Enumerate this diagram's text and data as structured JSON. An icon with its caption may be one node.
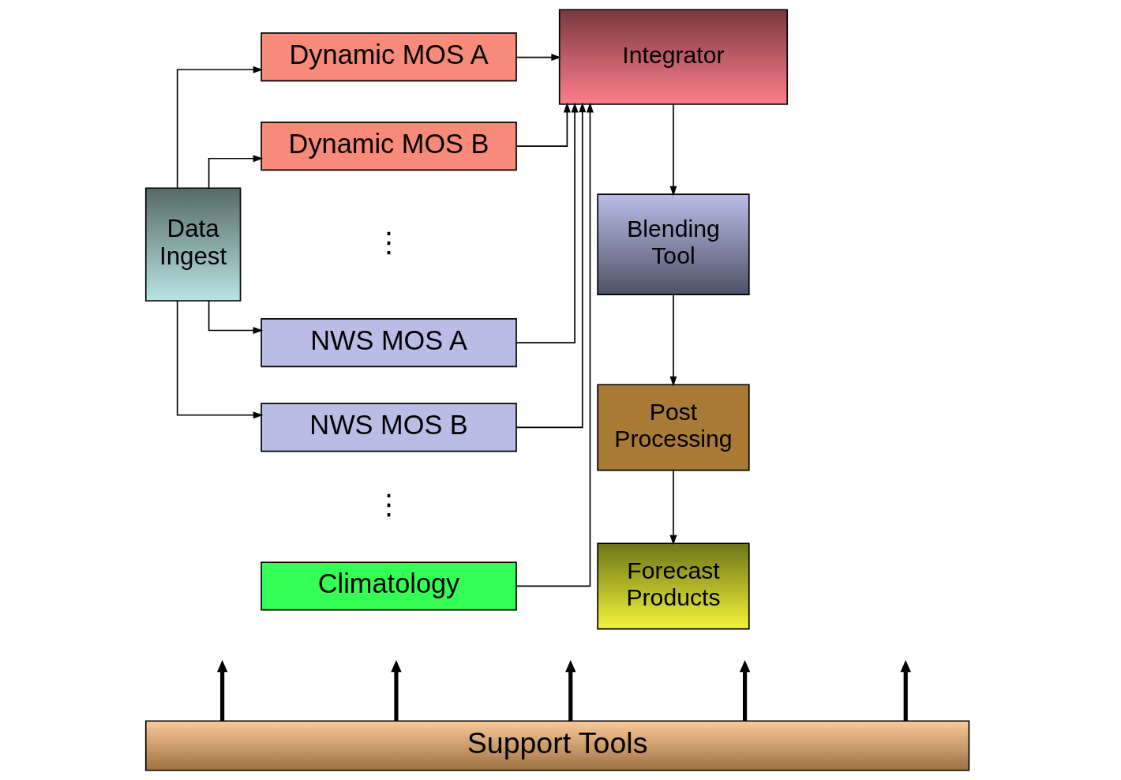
{
  "diagram": {
    "nodes": [
      {
        "text": [
          "Data Ingest"
        ]
      },
      {
        "text": [
          "Dynamic MOS A"
        ]
      },
      {
        "text": [
          "Dynamic MOS B"
        ]
      },
      {
        "text": [
          "NWS MOS A"
        ]
      },
      {
        "text": [
          "NWS MOS B"
        ]
      },
      {
        "text": [
          "Climatology"
        ]
      },
      {
        "text": [
          "Integrator"
        ]
      },
      {
        "text": [
          "Blending Tool"
        ]
      },
      {
        "text": [
          "Post Processing"
        ]
      },
      {
        "text": [
          "Forecast Products"
        ]
      },
      {
        "text": [
          "Support Tools"
        ]
      }
    ],
    "edges": [
      {
        "from": 0,
        "to": 1,
        "arrow": "to"
      },
      {
        "from": 0,
        "to": 2,
        "arrow": "to"
      },
      {
        "from": 0,
        "to": 3,
        "arrow": "to"
      },
      {
        "from": 0,
        "to": 4,
        "arrow": "to"
      },
      {
        "from": 1,
        "to": 6,
        "arrow": "to"
      },
      {
        "from": 2,
        "to": 6,
        "arrow": "to"
      },
      {
        "from": 3,
        "to": 6,
        "arrow": "to"
      },
      {
        "from": 4,
        "to": 6,
        "arrow": "to"
      },
      {
        "from": 5,
        "to": 6,
        "arrow": "to"
      },
      {
        "from": 6,
        "to": 7,
        "arrow": "to"
      },
      {
        "from": 7,
        "to": 8,
        "arrow": "to"
      },
      {
        "from": 8,
        "to": 9,
        "arrow": "to"
      },
      {
        "from": 10,
        "to": null,
        "arrow": "to",
        "style": "thick"
      },
      {
        "from": 10,
        "to": null,
        "arrow": "to",
        "style": "thick"
      },
      {
        "from": 10,
        "to": null,
        "arrow": "to",
        "style": "thick"
      },
      {
        "from": 10,
        "to": null,
        "arrow": "to",
        "style": "thick"
      },
      {
        "from": 10,
        "to": null,
        "arrow": "to",
        "style": "thick"
      }
    ],
    "labels": [
      "⋮",
      "⋮"
    ]
  }
}
